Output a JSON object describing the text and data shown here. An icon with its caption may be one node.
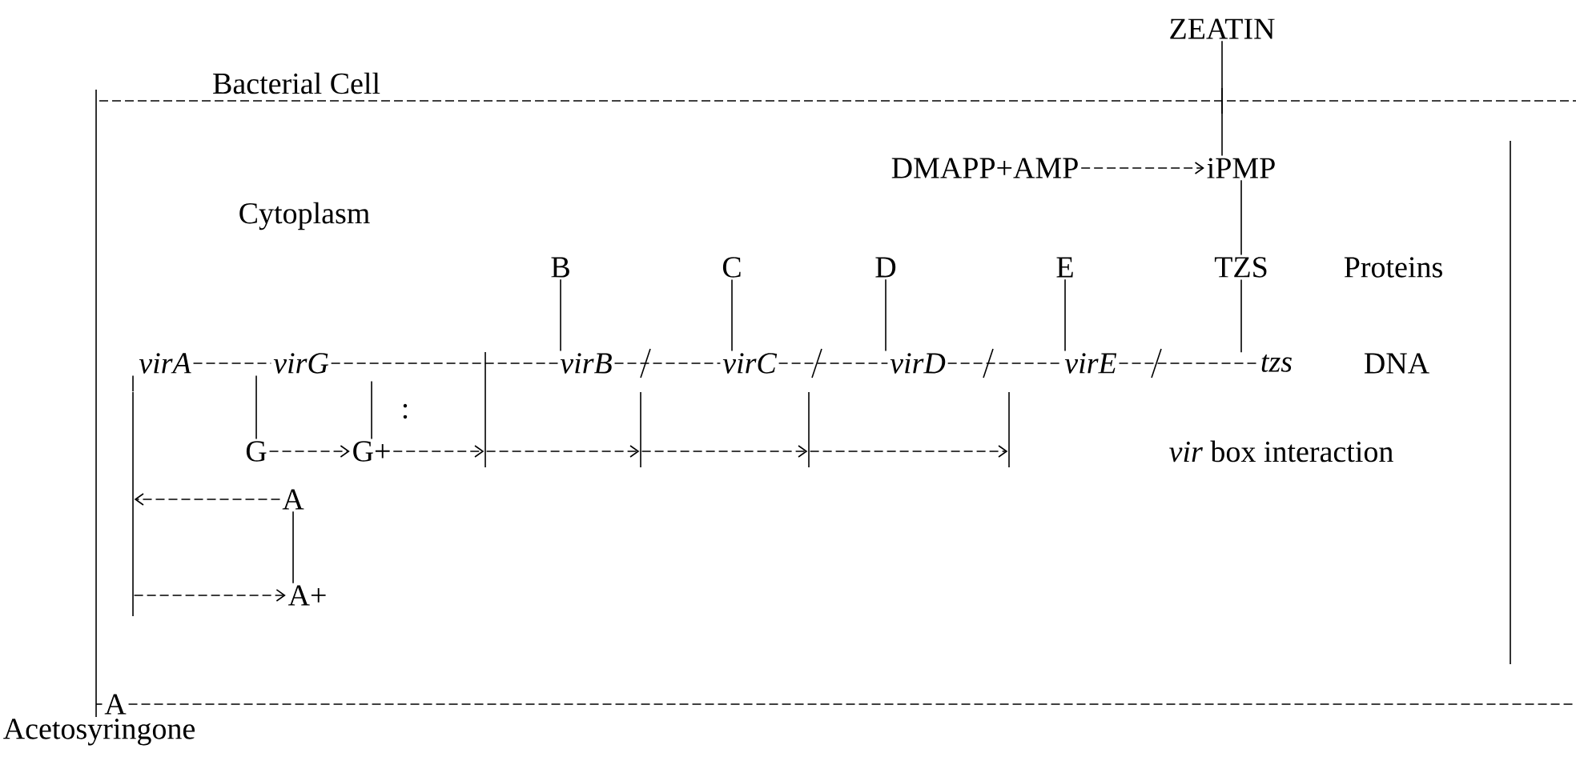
{
  "diagram": {
    "nodes": [
      {
        "text": [
          "ZEATIN"
        ]
      },
      {
        "text": [
          "DMAPP+AMP"
        ]
      },
      {
        "text": [
          "iPMP"
        ]
      },
      {
        "text": [
          "B"
        ]
      },
      {
        "text": [
          "C"
        ]
      },
      {
        "text": [
          "D"
        ]
      },
      {
        "text": [
          "E"
        ]
      },
      {
        "text": [
          "TZS"
        ]
      },
      {
        "text": [
          "virA"
        ]
      },
      {
        "text": [
          "virG"
        ]
      },
      {
        "text": [
          "virB"
        ]
      },
      {
        "text": [
          "virC"
        ]
      },
      {
        "text": [
          "virD"
        ]
      },
      {
        "text": [
          "virE"
        ]
      },
      {
        "text": [
          "tzs"
        ]
      },
      {
        "text": [],
        "shape": "bar"
      },
      {
        "text": [
          "G"
        ]
      },
      {
        "text": [
          "G+"
        ]
      },
      {
        "text": [],
        "shape": "bar"
      },
      {
        "text": [],
        "shape": "bar"
      },
      {
        "text": [],
        "shape": "bar"
      },
      {
        "text": [],
        "shape": "bar"
      },
      {
        "text": [
          "A"
        ]
      },
      {
        "text": [
          "A+"
        ]
      },
      {
        "text": [
          "A"
        ],
        "beside": [
          "Acetosyringone"
        ]
      }
    ],
    "edges": [
      {
        "from": 0,
        "to": 2,
        "arrow": "none"
      },
      {
        "from": 1,
        "to": 2,
        "arrow": "to",
        "style": "dashed"
      },
      {
        "from": 2,
        "to": 7,
        "arrow": "none"
      },
      {
        "from": 3,
        "to": 10,
        "arrow": "none"
      },
      {
        "from": 4,
        "to": 11,
        "arrow": "none"
      },
      {
        "from": 5,
        "to": 12,
        "arrow": "none"
      },
      {
        "from": 6,
        "to": 13,
        "arrow": "none"
      },
      {
        "from": 7,
        "to": 14,
        "arrow": "none"
      },
      {
        "from": 8,
        "to": 9,
        "arrow": "none",
        "style": "dashed"
      },
      {
        "from": 9,
        "to": 10,
        "arrow": "none",
        "style": "dashed"
      },
      {
        "from": 10,
        "to": 11,
        "arrow": "none",
        "style": "dashed"
      },
      {
        "from": 11,
        "to": 12,
        "arrow": "none",
        "style": "dashed"
      },
      {
        "from": 12,
        "to": 13,
        "arrow": "none",
        "style": "dashed"
      },
      {
        "from": 13,
        "to": 14,
        "arrow": "none",
        "style": "dashed"
      },
      {
        "from": 8,
        "to": 15,
        "arrow": "none"
      },
      {
        "from": 9,
        "to": 16,
        "arrow": "none"
      },
      {
        "from": 16,
        "to": 17,
        "arrow": "to",
        "style": "dashed"
      },
      {
        "from": 17,
        "to": null,
        "arrow": "none"
      },
      {
        "from": 17,
        "to": 18,
        "arrow": "to",
        "style": "dashed"
      },
      {
        "from": 18,
        "to": 19,
        "arrow": "to",
        "style": "dashed"
      },
      {
        "from": 19,
        "to": 20,
        "arrow": "to",
        "style": "dashed"
      },
      {
        "from": 20,
        "to": 21,
        "arrow": "to",
        "style": "dashed"
      },
      {
        "from": 22,
        "to": 15,
        "arrow": "to",
        "style": "dashed"
      },
      {
        "from": 22,
        "to": 23,
        "arrow": "none"
      },
      {
        "from": 15,
        "to": 23,
        "arrow": "to",
        "style": "dashed"
      }
    ],
    "labels": [
      "Bacterial Cell",
      "Cytoplasm",
      "Proteins",
      "DNA",
      ":",
      "*vir* box interaction"
    ]
  }
}
